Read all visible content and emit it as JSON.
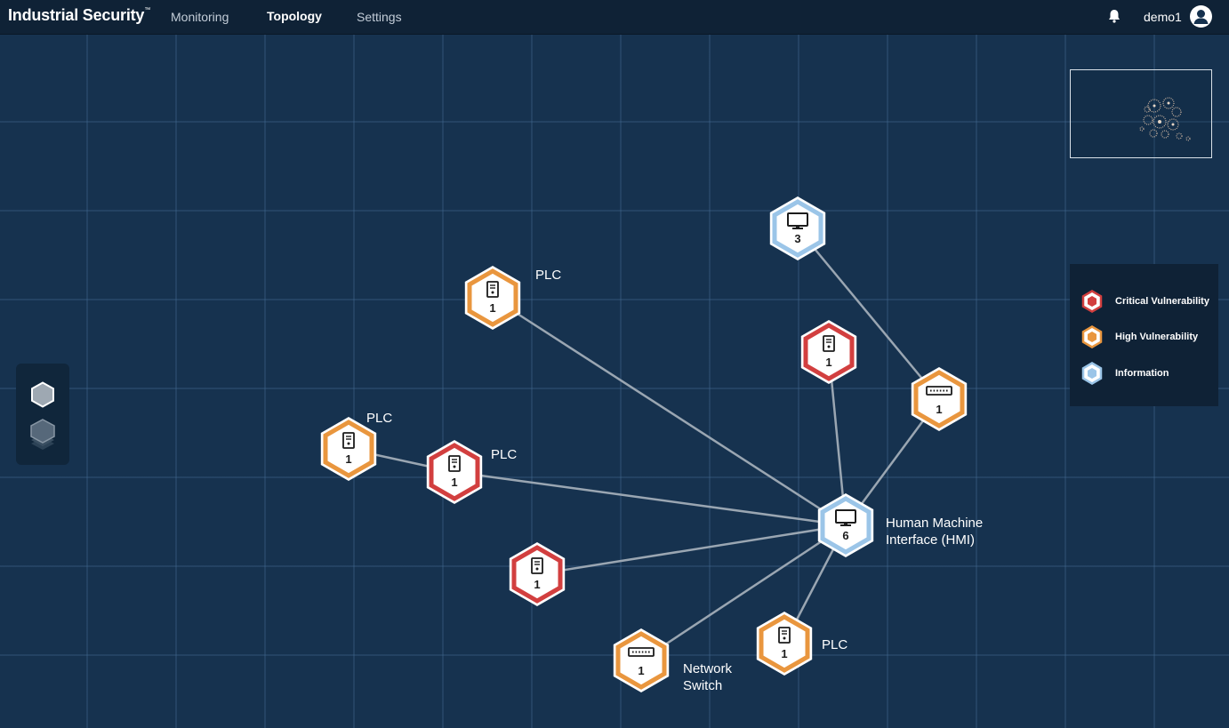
{
  "app": {
    "brand": "Industrial Security",
    "brand_tm": "™",
    "user": "demo1"
  },
  "nav": [
    {
      "label": "Monitoring",
      "active": false
    },
    {
      "label": "Topology",
      "active": true
    },
    {
      "label": "Settings",
      "active": false
    }
  ],
  "colors": {
    "critical": "#d23f3f",
    "high": "#e9963e",
    "info": "#9bc5e8",
    "link": "#9aa6b2"
  },
  "legend": [
    {
      "label": "Critical Vulnerability",
      "severity": "critical"
    },
    {
      "label": "High Vulnerability",
      "severity": "high"
    },
    {
      "label": "Information",
      "severity": "info"
    }
  ],
  "nodes": [
    {
      "id": "hmi",
      "icon": "monitor-icon",
      "count": "6",
      "severity": "info",
      "label": "Human Machine Interface (HMI)"
    },
    {
      "id": "ws3",
      "icon": "monitor-icon",
      "count": "3",
      "severity": "info",
      "label": ""
    },
    {
      "id": "plc-top",
      "icon": "plc-icon",
      "count": "1",
      "severity": "high",
      "label": "PLC"
    },
    {
      "id": "plc-crit-mid",
      "icon": "plc-icon",
      "count": "1",
      "severity": "critical",
      "label": ""
    },
    {
      "id": "switch-right",
      "icon": "switch-icon",
      "count": "1",
      "severity": "high",
      "label": ""
    },
    {
      "id": "plc-left",
      "icon": "plc-icon",
      "count": "1",
      "severity": "high",
      "label": "PLC"
    },
    {
      "id": "plc-crit-left",
      "icon": "plc-icon",
      "count": "1",
      "severity": "critical",
      "label": "PLC"
    },
    {
      "id": "plc-crit-low",
      "icon": "plc-icon",
      "count": "1",
      "severity": "critical",
      "label": ""
    },
    {
      "id": "switch-bottom",
      "icon": "switch-icon",
      "count": "1",
      "severity": "high",
      "label": "Network Switch"
    },
    {
      "id": "plc-bottom",
      "icon": "plc-icon",
      "count": "1",
      "severity": "high",
      "label": "PLC"
    }
  ],
  "edges": [
    [
      "hmi",
      "plc-top"
    ],
    [
      "hmi",
      "plc-crit-mid"
    ],
    [
      "hmi",
      "switch-right"
    ],
    [
      "switch-right",
      "ws3"
    ],
    [
      "hmi",
      "plc-crit-left"
    ],
    [
      "plc-crit-left",
      "plc-left"
    ],
    [
      "hmi",
      "plc-crit-low"
    ],
    [
      "hmi",
      "switch-bottom"
    ],
    [
      "hmi",
      "plc-bottom"
    ]
  ]
}
